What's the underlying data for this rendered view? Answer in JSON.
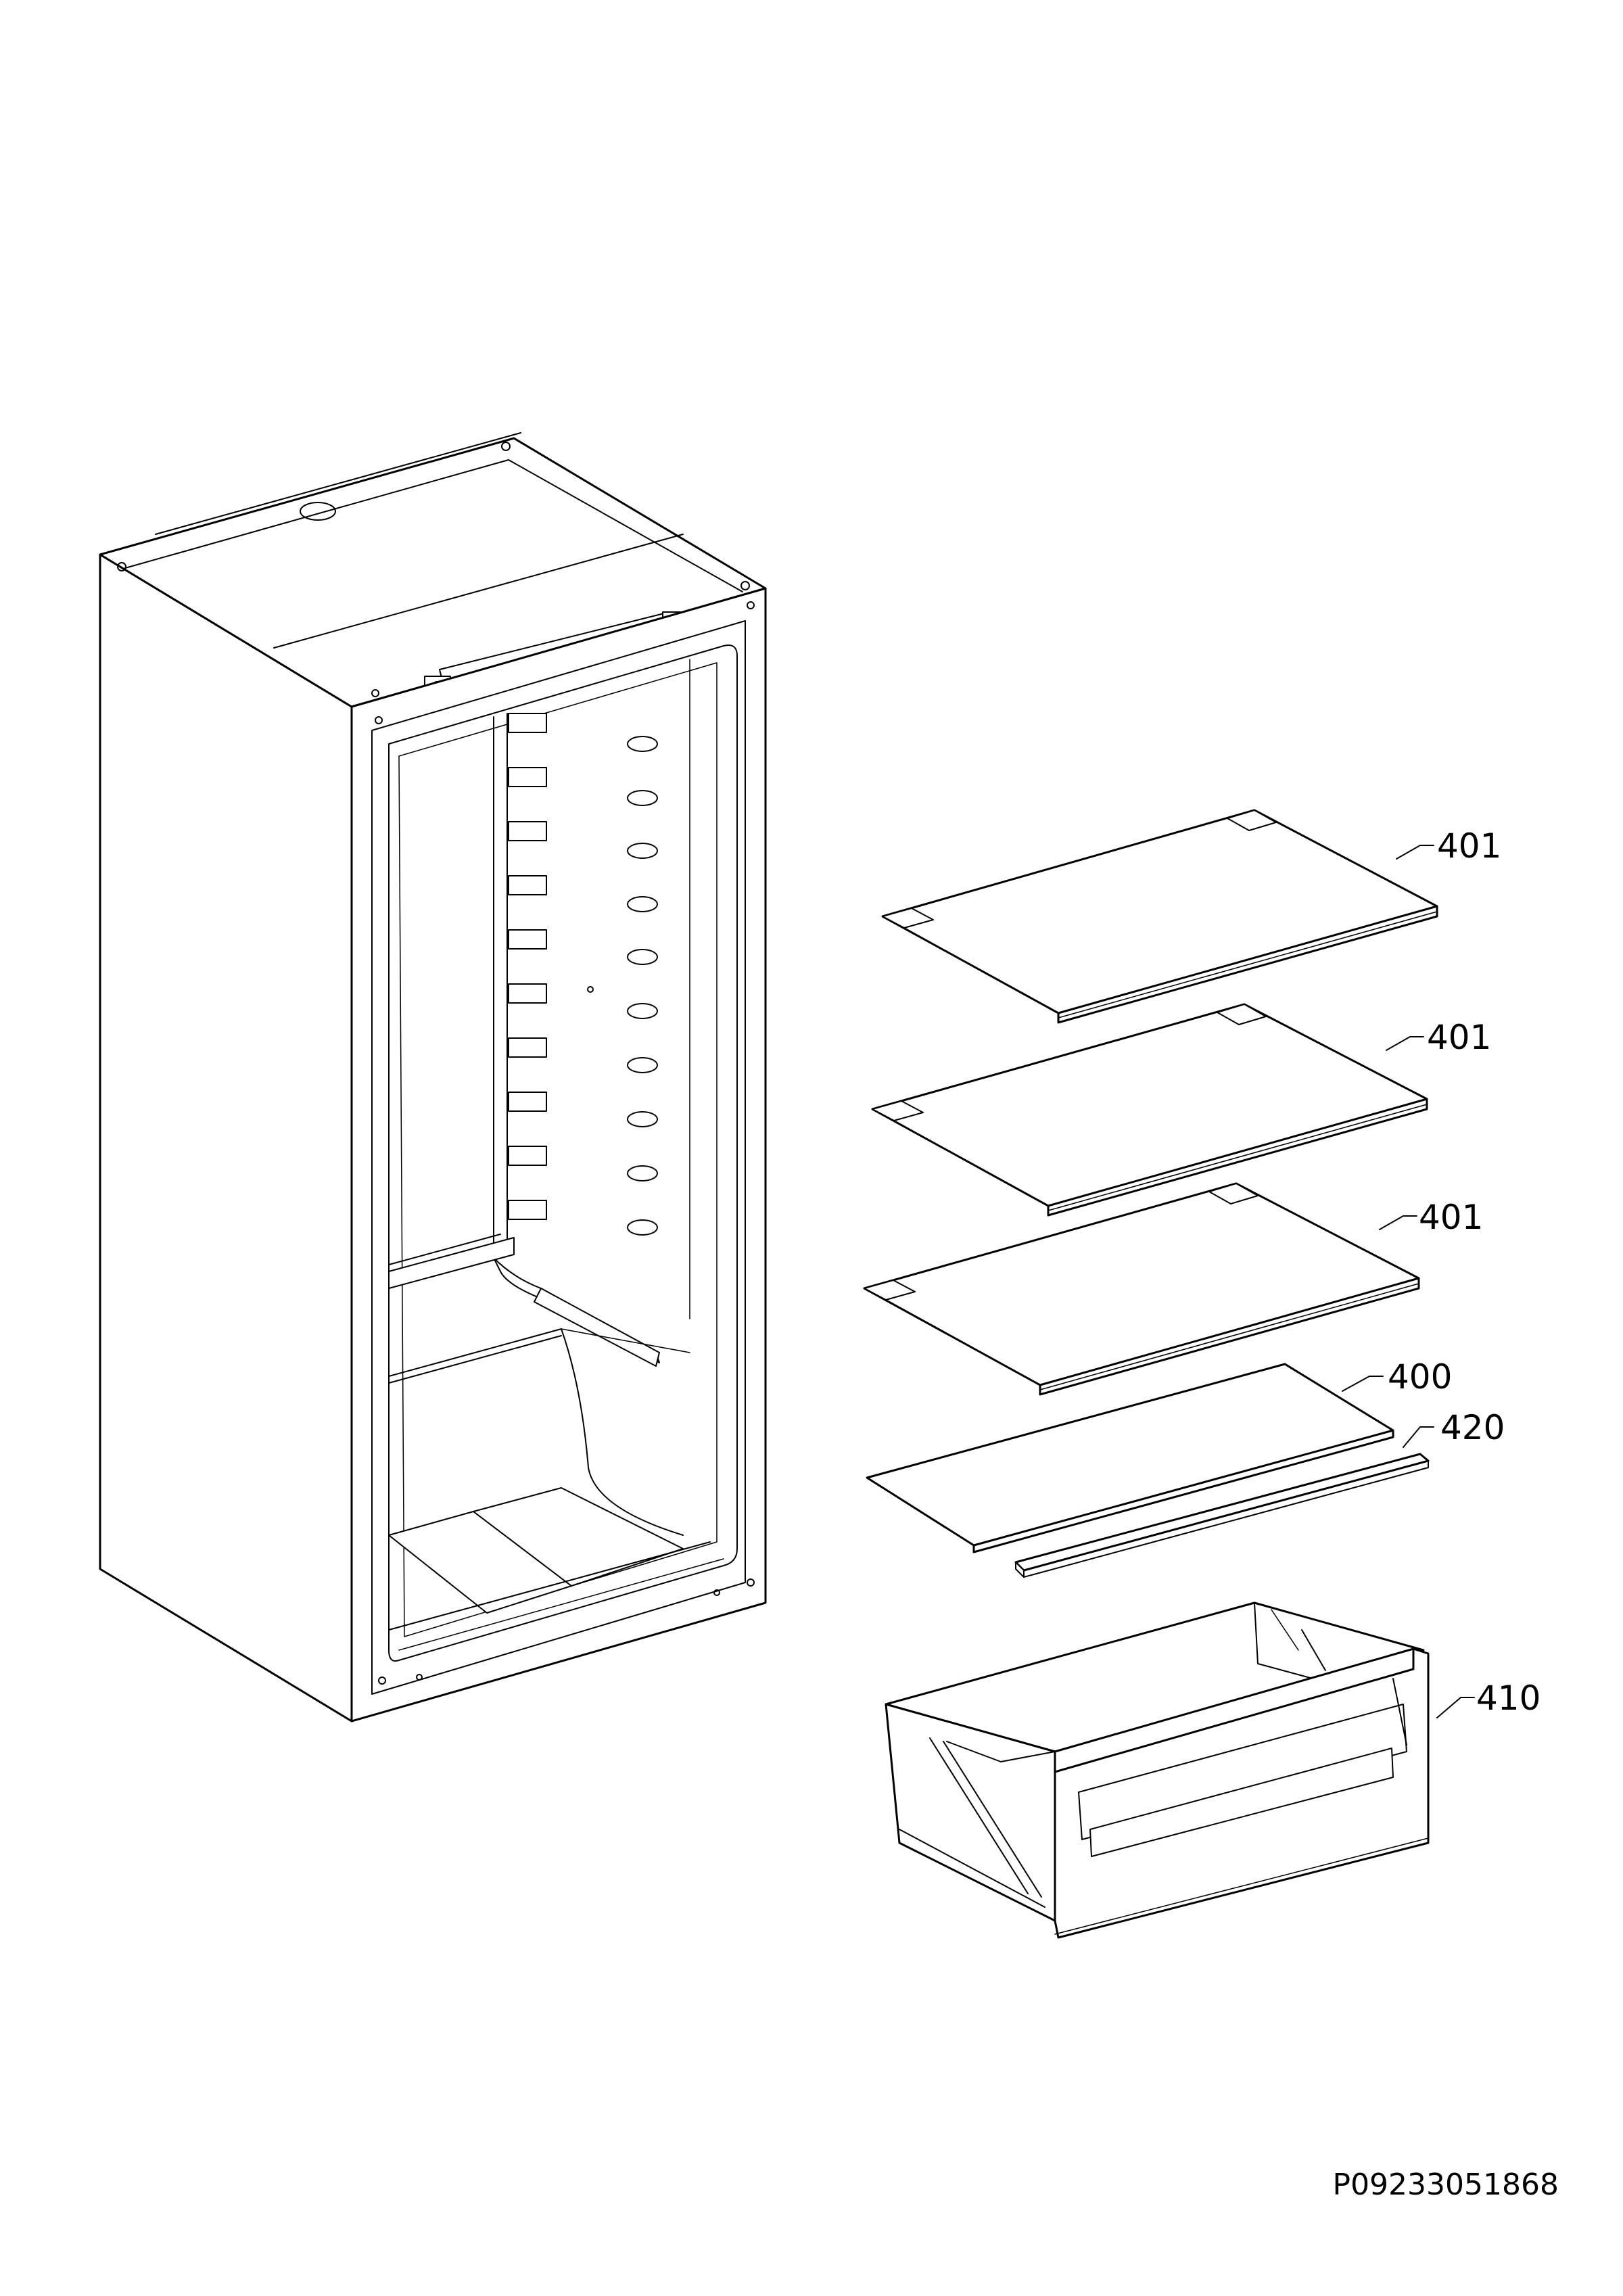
{
  "callouts": {
    "shelf_top": "401",
    "shelf_middle": "401",
    "shelf_lower": "401",
    "crisper_cover": "400",
    "cover_strip": "420",
    "crisper_drawer": "410"
  },
  "document_code": "P09233051868"
}
